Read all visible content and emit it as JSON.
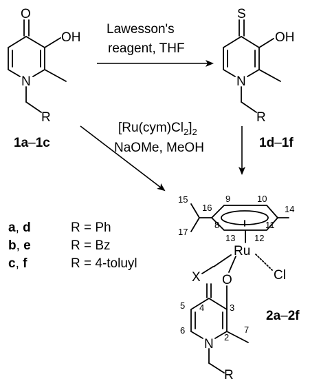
{
  "compounds": {
    "start": {
      "id_bold": "1a",
      "dash": "–",
      "id_bold_2": "1c"
    },
    "thio": {
      "id_bold": "1d",
      "dash": "–",
      "id_bold_2": "1f"
    },
    "complex": {
      "id_bold": "2a",
      "dash": "–",
      "id_bold_2": "2f"
    }
  },
  "atoms": {
    "O": "O",
    "OH": "OH",
    "S": "S",
    "N": "N",
    "R": "R",
    "Ru": "Ru",
    "Cl": "Cl",
    "X": "X"
  },
  "reagents": {
    "step1_line1": "Lawesson's",
    "step1_line2": "reagent, THF",
    "step2_line1": "[Ru(cym)Cl",
    "step2_line1_sub": "2",
    "step2_line1_end": "]",
    "step2_line1_sub2": "2",
    "step2_line2": "NaOMe, MeOH"
  },
  "numbering": {
    "n2": "2",
    "n3": "3",
    "n4": "4",
    "n5": "5",
    "n6": "6",
    "n7": "7",
    "n8": "8",
    "n9": "9",
    "n10": "10",
    "n11": "11",
    "n12": "12",
    "n13": "13",
    "n14": "14",
    "n15": "15",
    "n16": "16",
    "n17": "17"
  },
  "legend": [
    {
      "ids_a": "a",
      "ids_b": "d",
      "sep": ", ",
      "r": "R = Ph"
    },
    {
      "ids_a": "b",
      "ids_b": "e",
      "sep": ", ",
      "r": "R = Bz"
    },
    {
      "ids_a": "c",
      "ids_b": "f",
      "sep": ", ",
      "r": "R = 4-toluyl"
    }
  ]
}
